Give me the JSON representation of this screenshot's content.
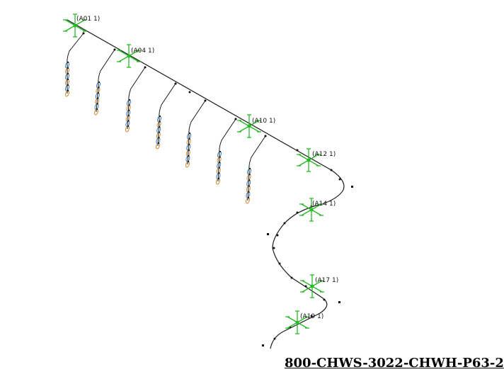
{
  "drawing": {
    "title": "800-CHWS-3022-CHWH-P63-2",
    "colors": {
      "pipe": "#1a1a1a",
      "support": "#22b922",
      "valve_blue": "#3a7fc1",
      "valve_orange": "#d4872e",
      "node": "#111111"
    },
    "supports": [
      {
        "id": "s-a01",
        "label": "(A01  1)"
      },
      {
        "id": "s-a04",
        "label": "(A04  1)"
      },
      {
        "id": "s-a10",
        "label": "(A10  1)"
      },
      {
        "id": "s-a12",
        "label": "(A12  1)"
      },
      {
        "id": "s-a14",
        "label": "(A14  1)"
      },
      {
        "id": "s-a17",
        "label": "(A17  1)"
      },
      {
        "id": "s-a19",
        "label": "(A19  1)"
      }
    ]
  }
}
